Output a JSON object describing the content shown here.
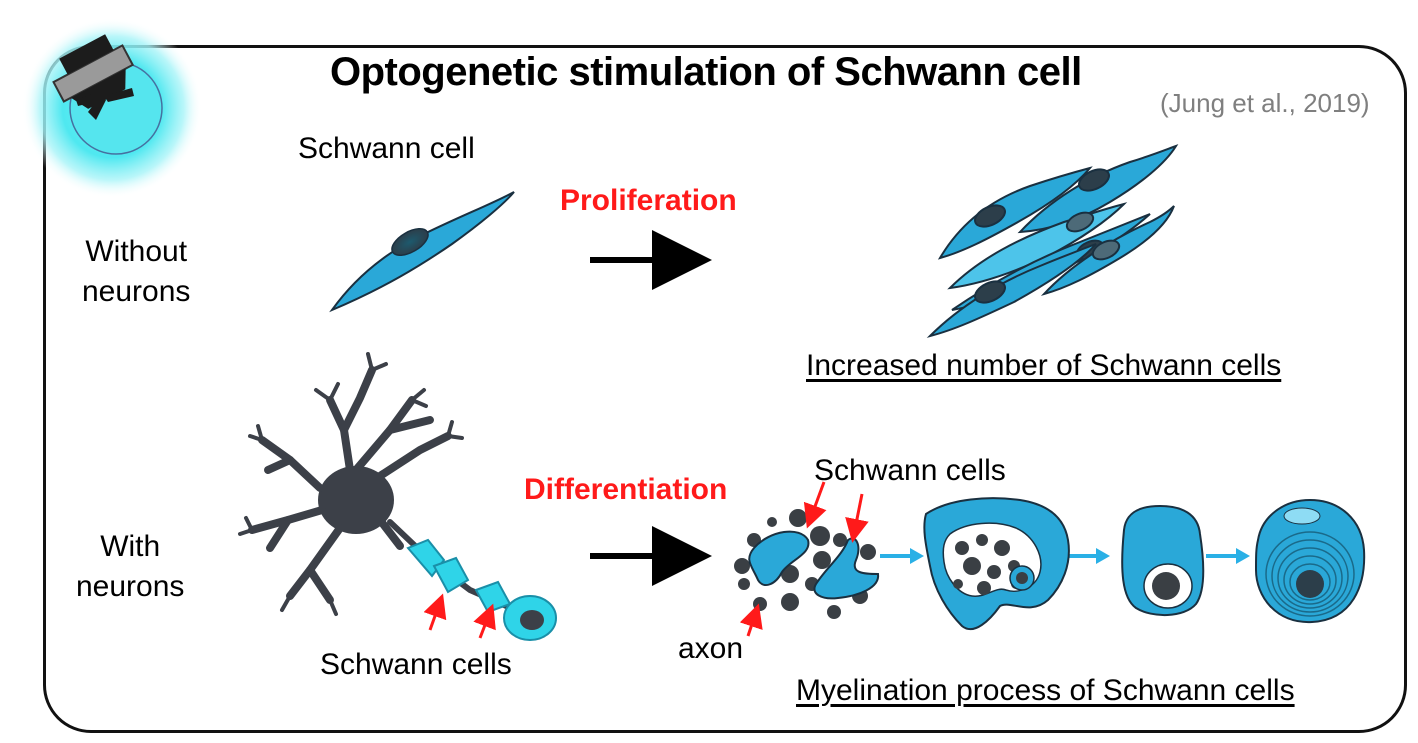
{
  "title": "Optogenetic stimulation of Schwann cell",
  "citation": "(Jung et al., 2019)",
  "rows": {
    "without": {
      "label_line1": "Without",
      "label_line2": "neurons"
    },
    "with": {
      "label_line1": "With",
      "label_line2": "neurons"
    }
  },
  "top": {
    "cell_label": "Schwann cell",
    "process": "Proliferation",
    "result": "Increased number of Schwann cells"
  },
  "bottom": {
    "neuron_label": "Schwann cells",
    "process": "Differentiation",
    "cells_label": "Schwann cells",
    "axon_label": "axon",
    "result": "Myelination process of Schwann cells"
  },
  "colors": {
    "cell_fill": "#2aa8d8",
    "cell_light": "#4dc4ea",
    "nucleus": "#2c3e4a",
    "neuron": "#3c4048",
    "accent_red": "#ff1a1a",
    "arrow_blue": "#2ab0e6",
    "light_glow": "#4fe8f0",
    "citation_gray": "#7f7f7f"
  },
  "icons": [
    "light-source-icon",
    "black-arrow",
    "blue-arrow",
    "red-pointer-arrow"
  ]
}
